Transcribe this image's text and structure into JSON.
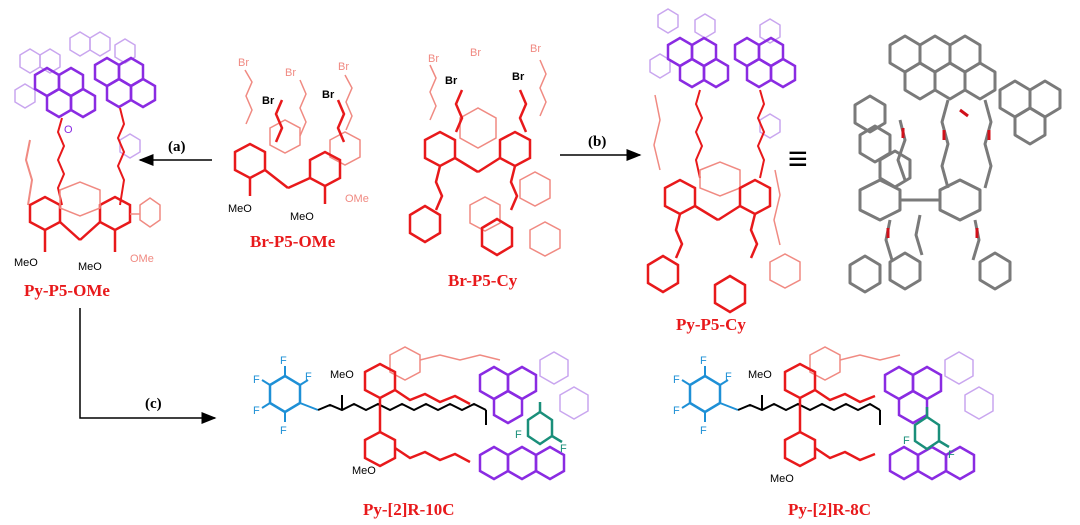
{
  "compounds": {
    "py_p5_ome": "Py-P5-OMe",
    "br_p5_ome": "Br-P5-OMe",
    "br_p5_cy": "Br-P5-Cy",
    "py_p5_cy": "Py-P5-Cy",
    "py_2r_10c": "Py-[2]R-10C",
    "py_2r_8c": "Py-[2]R-8C"
  },
  "steps": {
    "a": "(a)",
    "b": "(b)",
    "c": "(c)"
  },
  "equivalence": "≡",
  "atoms": {
    "br": "Br",
    "o": "O",
    "f": "F",
    "meo": "MeO",
    "ome": "OMe"
  },
  "colors": {
    "macrocycle": "#e8191b",
    "macrocycle_faded": "#f08a82",
    "pyrene": "#8a2be2",
    "pyrene_faded": "#c9a6ef",
    "pentafluorophenyl": "#1e90d6",
    "stopper_teal": "#1a8f7a",
    "crystal": "#7a7a7a",
    "crystal_oxygen": "#d0101a"
  }
}
